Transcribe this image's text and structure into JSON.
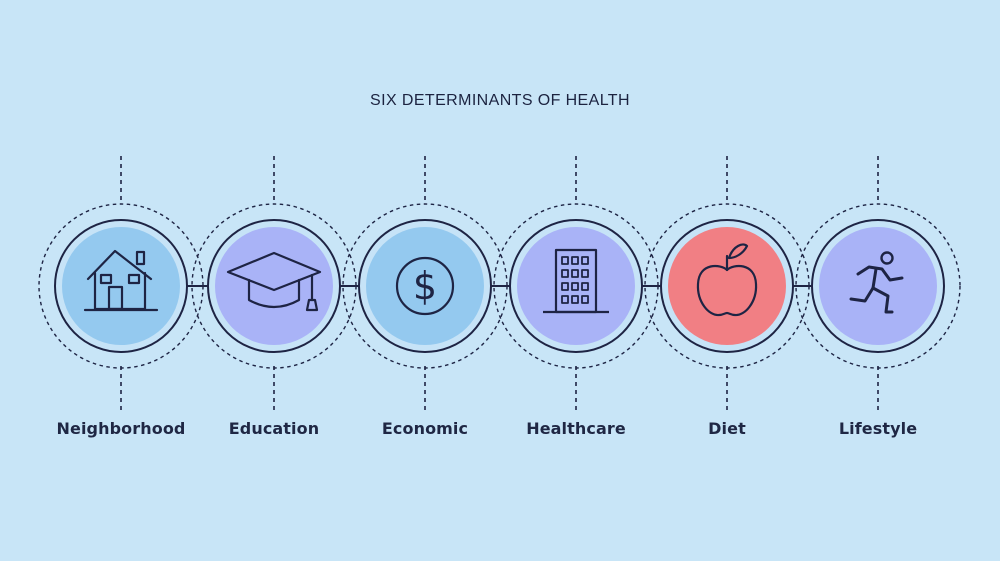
{
  "title": "SIX DETERMINANTS OF HEALTH",
  "colors": {
    "background": "#c8e5f7",
    "outline": "#1e2444",
    "ring_fill": "#c6e3f7",
    "blue": "#94c9ef",
    "periwinkle": "#a9b3f7",
    "red": "#f17f84"
  },
  "determinants": [
    {
      "label": "Neighborhood",
      "icon": "house-icon",
      "fill": "#94c9ef"
    },
    {
      "label": "Education",
      "icon": "graduation-cap-icon",
      "fill": "#a9b3f7"
    },
    {
      "label": "Economic",
      "icon": "dollar-icon",
      "fill": "#94c9ef"
    },
    {
      "label": "Healthcare",
      "icon": "hospital-building-icon",
      "fill": "#a9b3f7"
    },
    {
      "label": "Diet",
      "icon": "apple-icon",
      "fill": "#f17f84"
    },
    {
      "label": "Lifestyle",
      "icon": "runner-icon",
      "fill": "#a9b3f7"
    }
  ]
}
